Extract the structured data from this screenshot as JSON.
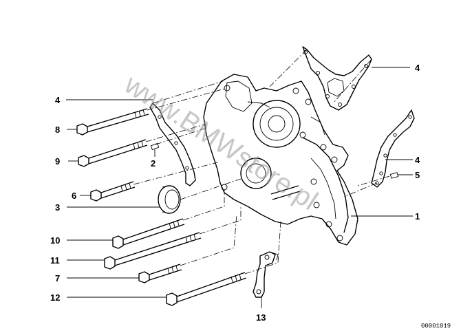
{
  "diagram": {
    "document_number": "00001019",
    "watermark": "www.BMWstore.pl",
    "callouts": [
      "4",
      "8",
      "9",
      "2",
      "6",
      "3",
      "10",
      "11",
      "7",
      "12",
      "13",
      "4",
      "4",
      "5",
      "1"
    ]
  },
  "colors": {
    "line": "#000000",
    "watermark": "#9a9a9a",
    "background": "#ffffff"
  }
}
